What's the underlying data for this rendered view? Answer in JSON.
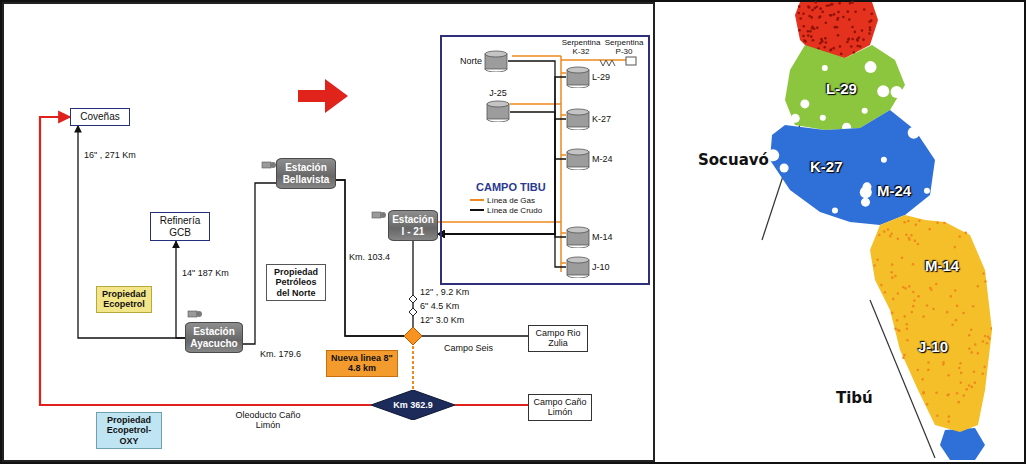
{
  "diagram": {
    "nodes": [
      {
        "text": [
          "Coveñas"
        ]
      },
      {
        "text": [
          "Refinería GCB"
        ]
      },
      {
        "text": [
          "Propiedad Ecopetrol"
        ]
      },
      {
        "text": [
          "Estación Ayacucho"
        ]
      },
      {
        "text": [
          "Estación Bellavista"
        ]
      },
      {
        "text": [
          "Propiedad Petróleos del Norte"
        ]
      },
      {
        "text": [
          "Estación I - 21"
        ]
      },
      {
        "text": [
          "CAMPO TIBU"
        ]
      },
      {
        "text": [
          "Norte"
        ],
        "in": 7
      },
      {
        "text": [
          "J-25"
        ],
        "in": 7
      },
      {
        "text": [
          "L-29"
        ],
        "in": 7
      },
      {
        "text": [
          "K-27"
        ],
        "in": 7
      },
      {
        "text": [
          "M-24"
        ],
        "in": 7
      },
      {
        "text": [
          "M-14"
        ],
        "in": 7
      },
      {
        "text": [
          "J-10"
        ],
        "in": 7
      },
      {
        "text": [
          "Nueva linea 8\" 4.8 km"
        ]
      },
      {
        "text": [
          "Campo Rio Zulia"
        ]
      },
      {
        "text": [
          "Km 362.9"
        ]
      },
      {
        "text": [
          "Propiedad Ecopetrol-OXY"
        ]
      },
      {
        "text": [
          "Campo Caño Limón"
        ]
      },
      {
        "text": [
          "L-29"
        ]
      },
      {
        "text": [
          "K-27",
          "M-24"
        ]
      },
      {
        "text": [
          "M-14",
          "J-10"
        ]
      }
    ],
    "edges": [
      {
        "from": 3,
        "to": 0,
        "arrow": "to"
      },
      {
        "from": 3,
        "to": 1,
        "arrow": "to"
      },
      {
        "from": 4,
        "to": 3,
        "arrow": "none"
      },
      {
        "from": 6,
        "to": 4,
        "arrow": "none"
      },
      {
        "from": 16,
        "to": 4,
        "arrow": "none"
      },
      {
        "from": 17,
        "to": 0,
        "arrow": "to"
      },
      {
        "from": 19,
        "to": 17,
        "arrow": "none"
      },
      {
        "from": 8,
        "to": 6,
        "arrow": "to"
      },
      {
        "from": 9,
        "to": 6,
        "arrow": "to"
      },
      {
        "from": 10,
        "to": 6,
        "arrow": "to"
      },
      {
        "from": 11,
        "to": 6,
        "arrow": "to"
      },
      {
        "from": 12,
        "to": 6,
        "arrow": "to"
      },
      {
        "from": 13,
        "to": 6,
        "arrow": "to"
      },
      {
        "from": 14,
        "to": 6,
        "arrow": "to"
      }
    ],
    "labels": [
      "16\" , 271 Km",
      "14\" 187 Km",
      "Km. 179.6",
      "Km. 103.4",
      "12\" , 9.2 Km",
      "6\" 4.5 Km",
      "12\" 3.0 Km",
      "Serpentina K-32",
      "Serpentina P-30",
      "Campo Seis",
      "Oleoducto Caño Limón",
      "Socuavó",
      "Tibú"
    ],
    "legend": [
      {
        "text": "Línea de Gas"
      },
      {
        "text": "Línea de Crudo"
      }
    ]
  }
}
